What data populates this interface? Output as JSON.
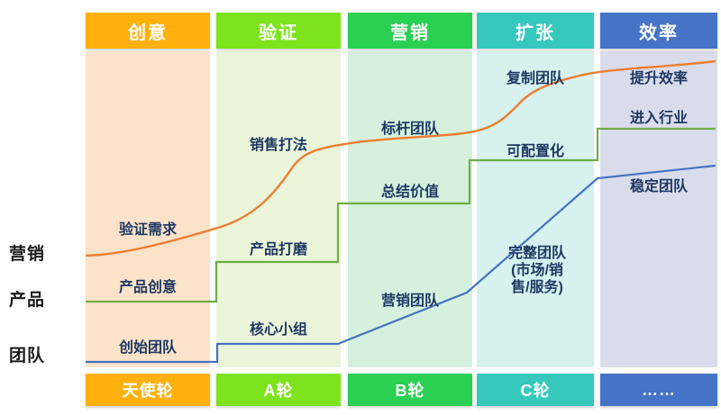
{
  "palette": {
    "stage_colors": [
      "#FFB00C",
      "#7CE31C",
      "#2BD053",
      "#36C8BD",
      "#4573C5"
    ],
    "band_colors": [
      "#FAE3C8",
      "#EAF5D9",
      "#D5F1DE",
      "#D7F1EE",
      "#D9DCEB"
    ],
    "marketing_line_color": "#ED7D31",
    "product_line_color": "#70AD47",
    "team_line_color": "#4472C4",
    "milestone_text_color": "#1F3864"
  },
  "tracks": [
    {
      "label": "营销"
    },
    {
      "label": "产品"
    },
    {
      "label": "团队"
    }
  ],
  "columns": [
    {
      "header": "创意",
      "round": "天使轮",
      "milestones": [
        "验证需求",
        "产品创意",
        "创始团队"
      ]
    },
    {
      "header": "验证",
      "round": "A轮",
      "milestones": [
        "销售打法",
        "产品打磨",
        "核心小组"
      ]
    },
    {
      "header": "营销",
      "round": "B轮",
      "milestones": [
        "标杆团队",
        "总结价值",
        "营销团队"
      ]
    },
    {
      "header": "扩张",
      "round": "C轮",
      "milestones": [
        "复制团队",
        "可配置化",
        "完整团队 (市场/销售/服务)"
      ]
    },
    {
      "header": "效率",
      "round": "……",
      "milestones": [
        "提升效率",
        "进入行业",
        "稳定团队"
      ]
    }
  ]
}
